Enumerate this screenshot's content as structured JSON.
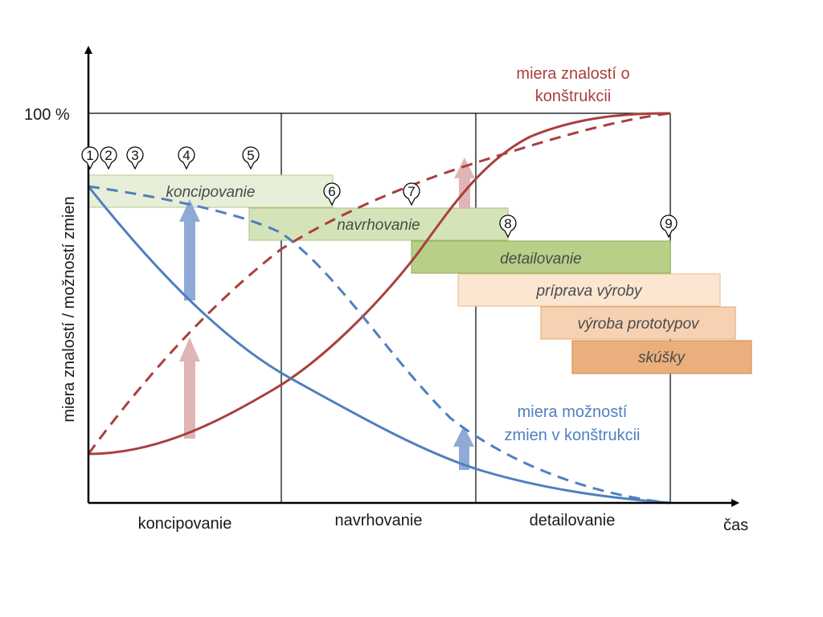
{
  "y_axis": {
    "label": "miera znalostí / možností zmien",
    "tick_100": "100 %"
  },
  "x_axis": {
    "label": "čas",
    "phases": [
      "koncipovanie",
      "navrhovanie",
      "detailovanie"
    ]
  },
  "curves": {
    "knowledge": {
      "label_line1": "miera znalostí o",
      "label_line2": "konštrukcii",
      "color": "#a8403f"
    },
    "changes": {
      "label_line1": "miera možností",
      "label_line2": "zmien v konštrukcii",
      "color": "#4f7fc0"
    }
  },
  "activity_bars": [
    {
      "label": "koncipovanie",
      "fill": "#e8efd9",
      "stroke": "#b5c98f"
    },
    {
      "label": "navrhovanie",
      "fill": "#d5e3b8",
      "stroke": "#a6bf7c"
    },
    {
      "label": "detailovanie",
      "fill": "#b7cf87",
      "stroke": "#8fae5a"
    },
    {
      "label": "príprava výroby",
      "fill": "#fbe6d2",
      "stroke": "#e9b98a"
    },
    {
      "label": "výroba prototypov",
      "fill": "#f6d2b2",
      "stroke": "#e0a572"
    },
    {
      "label": "skúšky",
      "fill": "#eaaf7c",
      "stroke": "#cf8848"
    }
  ],
  "markers": [
    "1",
    "2",
    "3",
    "4",
    "5",
    "6",
    "7",
    "8",
    "9"
  ]
}
